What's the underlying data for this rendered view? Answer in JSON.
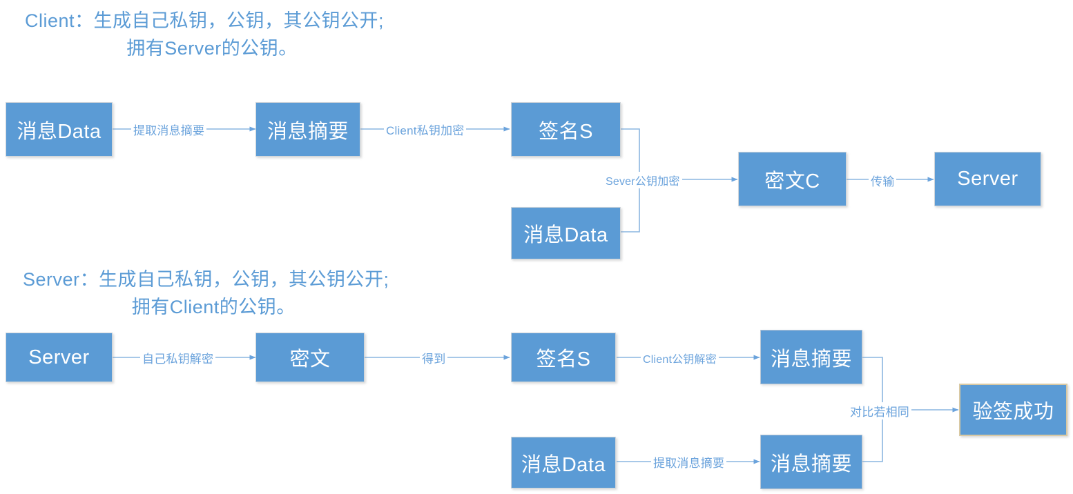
{
  "diagram": {
    "title_color": "#5B9BD5",
    "box_fill": "#5B9BD5",
    "box_text_color": "#FFFFFF",
    "label_color": "#6BA3DC",
    "accent_border": "#D9C9A3"
  },
  "sections": [
    {
      "id": "client",
      "heading_line1": "Client：生成自己私钥，公钥，其公钥公开;",
      "heading_line2": "拥有Server的公钥。"
    },
    {
      "id": "server",
      "heading_line1": "Server：生成自己私钥，公钥，其公钥公开;",
      "heading_line2": "拥有Client的公钥。"
    }
  ],
  "client_flow": {
    "nodes": [
      {
        "id": "c-data",
        "label": "消息Data"
      },
      {
        "id": "c-digest",
        "label": "消息摘要"
      },
      {
        "id": "c-sign",
        "label": "签名S"
      },
      {
        "id": "c-data2",
        "label": "消息Data"
      },
      {
        "id": "c-cipher",
        "label": "密文C"
      },
      {
        "id": "c-server",
        "label": "Server"
      }
    ],
    "edges": [
      {
        "id": "c-e1",
        "label": "提取消息摘要"
      },
      {
        "id": "c-e2",
        "label": "Client私钥加密"
      },
      {
        "id": "c-e3",
        "label": "Sever公钥加密"
      },
      {
        "id": "c-e4",
        "label": "传输"
      }
    ]
  },
  "server_flow": {
    "nodes": [
      {
        "id": "s-server",
        "label": "Server"
      },
      {
        "id": "s-cipher",
        "label": "密文"
      },
      {
        "id": "s-sign",
        "label": "签名S"
      },
      {
        "id": "s-digest1",
        "label": "消息摘要"
      },
      {
        "id": "s-data",
        "label": "消息Data"
      },
      {
        "id": "s-digest2",
        "label": "消息摘要"
      },
      {
        "id": "s-ok",
        "label": "验签成功"
      }
    ],
    "edges": [
      {
        "id": "s-e1",
        "label": "自己私钥解密"
      },
      {
        "id": "s-e2",
        "label": "得到"
      },
      {
        "id": "s-e3",
        "label": "Client公钥解密"
      },
      {
        "id": "s-e4",
        "label": "提取消息摘要"
      },
      {
        "id": "s-e5",
        "label": "对比若相同"
      }
    ]
  }
}
